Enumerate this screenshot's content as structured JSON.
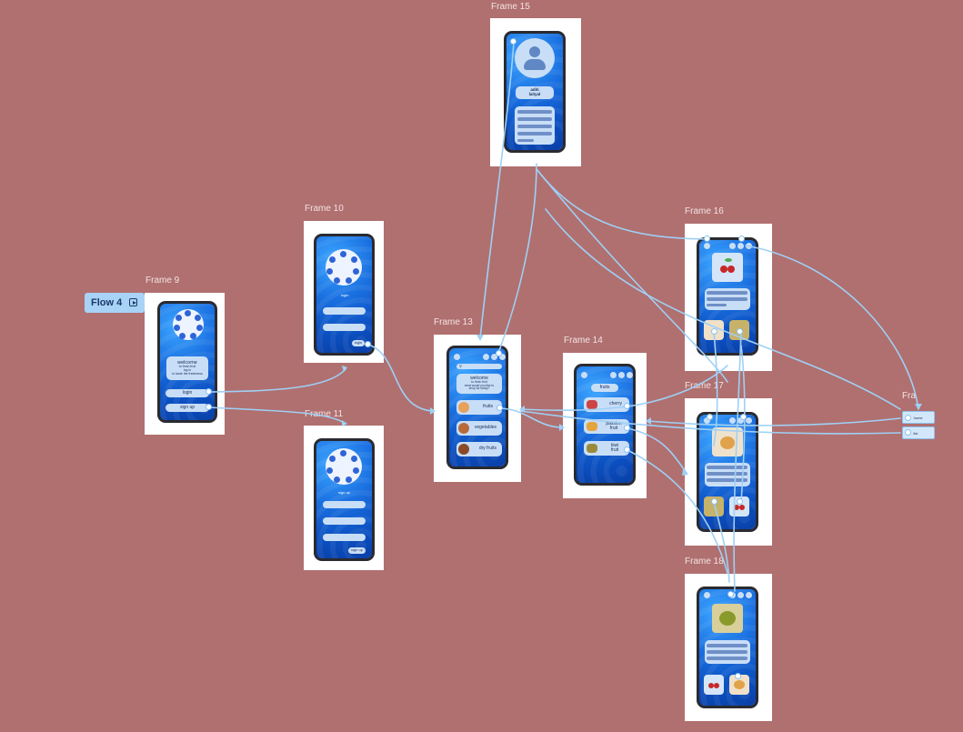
{
  "canvas": {
    "background": "#b07070",
    "link_color": "#9fd0f5"
  },
  "flow": {
    "label": "Flow 4",
    "icon": "play-frame-icon"
  },
  "frames": {
    "f9": {
      "label": "Frame 9"
    },
    "f10": {
      "label": "Frame 10"
    },
    "f11": {
      "label": "Frame 11"
    },
    "f13": {
      "label": "Frame 13"
    },
    "f14": {
      "label": "Frame 14"
    },
    "f15": {
      "label": "Frame 15"
    },
    "f16": {
      "label": "Frame 16"
    },
    "f17": {
      "label": "Frame 17"
    },
    "f18": {
      "label": "Frame 18"
    },
    "fx": {
      "label": "Fra"
    }
  },
  "screens": {
    "f9": {
      "welcome": "welcome",
      "line1": "to fresh fruit",
      "line2": "log in",
      "line3": "to taste the freshness",
      "login": "login",
      "signup": "sign up"
    },
    "f10": {
      "title": "login",
      "button": "login"
    },
    "f11": {
      "title": "sign up",
      "button": "sign up"
    },
    "f13": {
      "welcome": "welcome",
      "line1": "to fresh fruit",
      "line2": "what would you like to",
      "line3": "shop for today?",
      "cat1": "fruits",
      "cat2": "vegetables",
      "cat3": "dry fruits"
    },
    "f14": {
      "header": "fruits",
      "item1": "cherry",
      "item2": "passion fruit",
      "item3": "kiwi fruit"
    },
    "f15": {
      "name1": "aditi",
      "name2": "laityal"
    },
    "fx": {
      "item1": "home",
      "item2": "list"
    }
  }
}
